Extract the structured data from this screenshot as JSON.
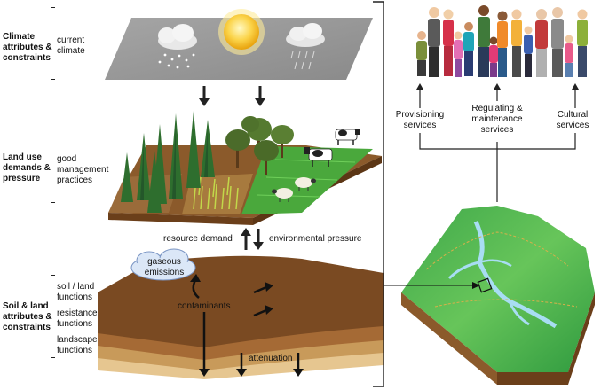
{
  "left_labels": {
    "climate_title": "Climate\nattributes &\nconstraints",
    "climate_item": "current\nclimate",
    "landuse_title": "Land use\ndemands &\npressure",
    "landuse_item": "good\nmanagement\npractices",
    "soil_title": "Soil & land\nattributes &\nconstraints",
    "soil_items": [
      "soil / land\nfunctions",
      "resistance\nfunctions",
      "landscape\nfunctions"
    ]
  },
  "flows": {
    "resource_demand": "resource demand",
    "environmental_pressure": "environmental pressure",
    "gaseous_emissions": "gaseous\nemissions",
    "contaminants": "contaminants",
    "attenuation": "attenuation"
  },
  "services": [
    "Provisioning\nservices",
    "Regulating &\nmaintenance\nservices",
    "Cultural\nservices"
  ],
  "colors": {
    "sky_gray": "#9a9a9a",
    "sun": "#f6c52a",
    "soil_brown": "#7a4a22",
    "grass_green": "#4caf3a",
    "water_blue": "#9ad3ee"
  }
}
